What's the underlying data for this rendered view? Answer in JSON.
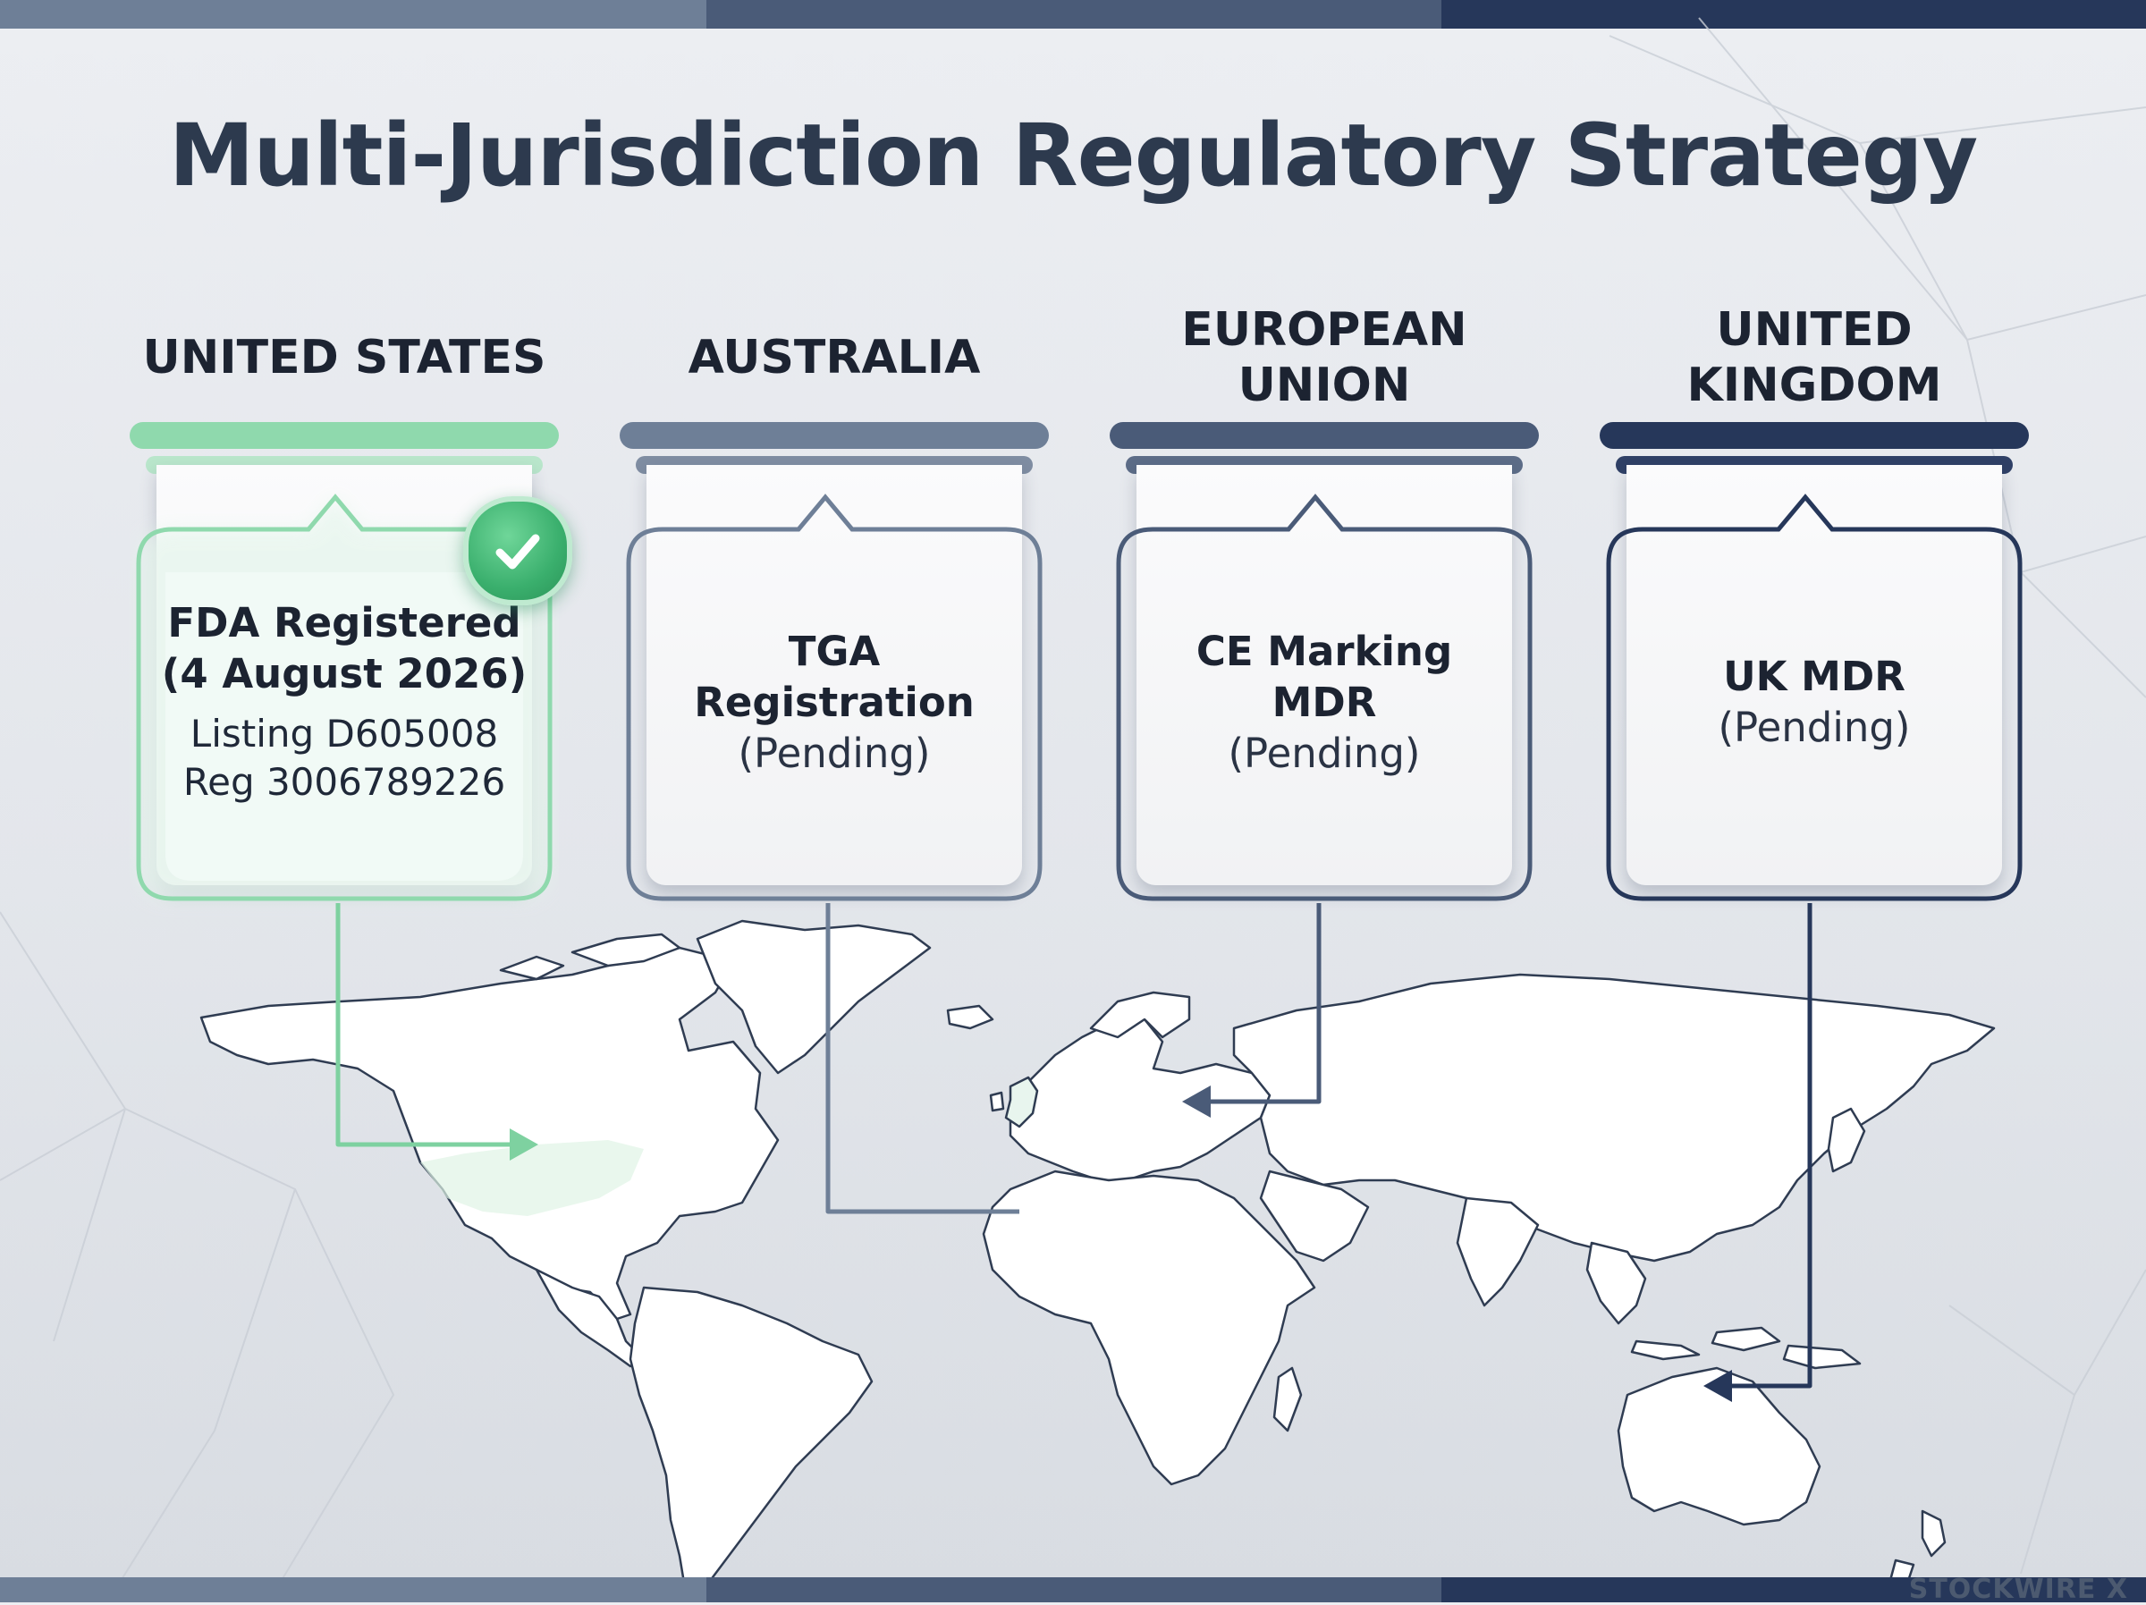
{
  "title": "Multi-Jurisdiction Regulatory Strategy",
  "colors": {
    "us_green": "#7ed1a0",
    "us_green_text_frame": "#9fdcb8",
    "australia_slate": "#6e7f97",
    "eu_navy": "#4a5b78",
    "uk_dark_navy": "#26375a",
    "map_land": "#ffffff",
    "map_outline": "#2f3c52"
  },
  "jurisdictions": [
    {
      "region_line1": "UNITED STATES",
      "region_line2": "",
      "status_line1": "FDA Registered",
      "status_line2": "(4 August 2026)",
      "status_line3": "",
      "detail_line1": "Listing D605008",
      "detail_line2": "Reg 3006789226",
      "registered": true,
      "icon": "check-circle-icon"
    },
    {
      "region_line1": "AUSTRALIA",
      "region_line2": "",
      "status_line1": "TGA",
      "status_line2": "Registration",
      "status_line3": "(Pending)",
      "registered": false
    },
    {
      "region_line1": "EUROPEAN",
      "region_line2": "UNION",
      "status_line1": "CE Marking",
      "status_line2": "MDR",
      "status_line3": "(Pending)",
      "registered": false
    },
    {
      "region_line1": "UNITED",
      "region_line2": "KINGDOM",
      "status_line1": "UK MDR",
      "status_line2": "",
      "status_line3": "(Pending)",
      "registered": false
    }
  ],
  "watermark": "STOCKWIRE X"
}
